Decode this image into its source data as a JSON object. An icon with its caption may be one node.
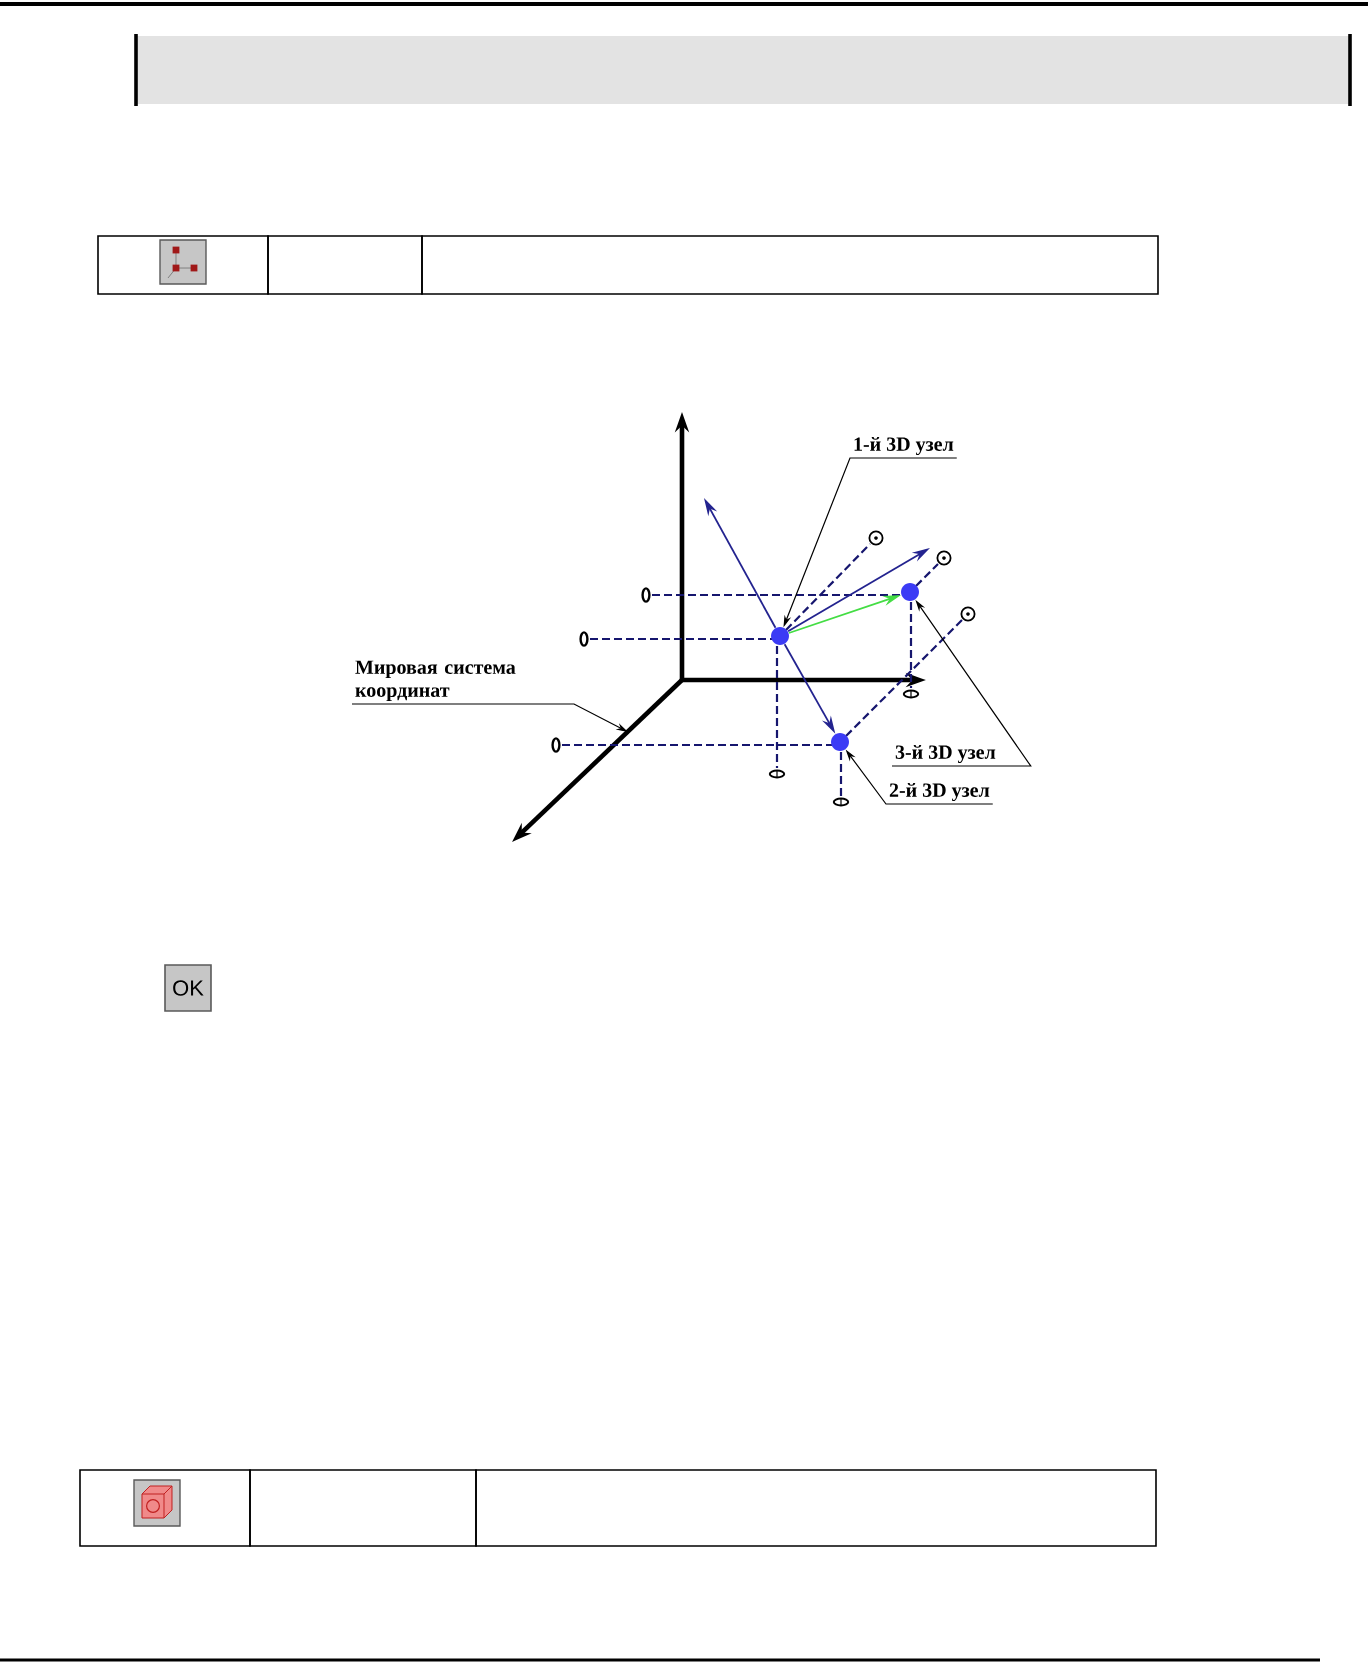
{
  "diagram": {
    "nodes": [
      {
        "text": [
          "1-й 3D узел"
        ]
      },
      {
        "text": [],
        "shape": "circle"
      },
      {
        "text": [],
        "shape": "circle"
      },
      {
        "text": [
          "Мировая система координат"
        ]
      },
      {
        "text": [
          "3-й 3D узел"
        ]
      },
      {
        "text": [],
        "shape": "circle"
      },
      {
        "text": [
          "2-й 3D узел"
        ]
      }
    ],
    "edges": [
      {
        "from": 0,
        "to": 2,
        "arrow": "to"
      },
      {
        "from": 4,
        "to": 1,
        "arrow": "to"
      },
      {
        "from": 6,
        "to": 5,
        "arrow": "to"
      },
      {
        "from": 3,
        "to": null,
        "arrow": "to"
      },
      {
        "from": 2,
        "to": 1,
        "arrow": "to",
        "color": "#44dd44"
      },
      {
        "from": 2,
        "to": 5,
        "arrow": "to",
        "color": "#23238f"
      },
      {
        "from": 2,
        "to": null,
        "arrow": "to",
        "color": "#23238f"
      },
      {
        "from": 2,
        "to": null,
        "arrow": "to",
        "color": "#23238f"
      }
    ],
    "labels": [
      "OK"
    ]
  }
}
